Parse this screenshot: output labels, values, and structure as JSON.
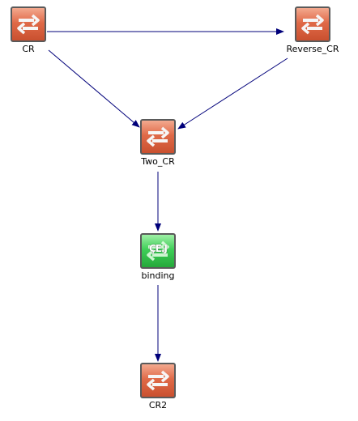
{
  "diagram": {
    "nodes": [
      {
        "id": "CR",
        "label": "CR",
        "color": "red"
      },
      {
        "id": "Reverse_CR",
        "label": "Reverse_CR",
        "color": "red"
      },
      {
        "id": "Two_CR",
        "label": "Two_CR",
        "color": "red"
      },
      {
        "id": "binding",
        "label": "binding",
        "color": "green",
        "overlay": "ÇE.J"
      },
      {
        "id": "CR2",
        "label": "CR2",
        "color": "red"
      }
    ],
    "edges": [
      {
        "from": "CR",
        "to": "Reverse_CR"
      },
      {
        "from": "CR",
        "to": "Two_CR"
      },
      {
        "from": "Reverse_CR",
        "to": "Two_CR"
      },
      {
        "from": "Two_CR",
        "to": "binding"
      },
      {
        "from": "binding",
        "to": "CR2"
      }
    ],
    "colors": {
      "edge": "#00007a",
      "node_red": "#d9603e",
      "node_green": "#3fcf58",
      "icon_border": "#5a5a5a"
    }
  }
}
